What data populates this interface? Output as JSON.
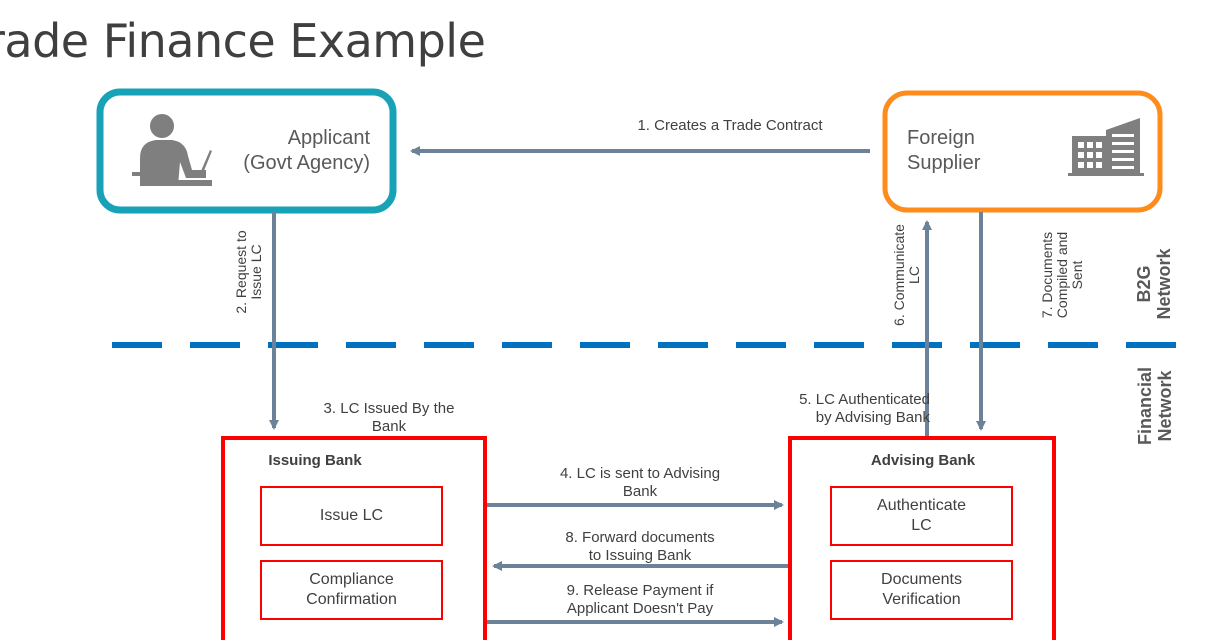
{
  "title": "rade Finance Example",
  "applicant": {
    "line1": "Applicant",
    "line2": "(Govt Agency)"
  },
  "supplier": {
    "line1": "Foreign",
    "line2": "Supplier"
  },
  "issuing_bank": {
    "title": "Issuing Bank",
    "box1": "Issue LC",
    "box2_line1": "Compliance",
    "box2_line2": "Confirmation"
  },
  "advising_bank": {
    "title": "Advising Bank",
    "box1_line1": "Authenticate",
    "box1_line2": "LC",
    "box2_line1": "Documents",
    "box2_line2": "Verification"
  },
  "steps": {
    "s1": "1. Creates a Trade Contract",
    "s2_line1": "2. Request to",
    "s2_line2": "Issue LC",
    "s3_line1": "3. LC Issued By the",
    "s3_line2": "Bank",
    "s4_line1": "4. LC is sent to Advising",
    "s4_line2": "Bank",
    "s5_line1": "5. LC Authenticated",
    "s5_line2": "by Advising Bank",
    "s6_line1": "6. Communicate",
    "s6_line2": "LC",
    "s7_line1": "7. Documents",
    "s7_line2": "Compiled  and",
    "s7_line3": "Sent",
    "s8_line1": "8. Forward documents",
    "s8_line2": "to Issuing Bank",
    "s9_line1": "9. Release Payment if",
    "s9_line2": "Applicant Doesn't Pay"
  },
  "networks": {
    "b2g_line1": "B2G",
    "b2g_line2": "Network",
    "fin_line1": "Financial",
    "fin_line2": "Network"
  },
  "colors": {
    "applicant_border": "#17a2b8",
    "supplier_border": "#ff8c1a",
    "bank_border": "#ff0000",
    "arrow": "#6b8299",
    "divider": "#0070c0",
    "icon": "#7f7f7f"
  }
}
